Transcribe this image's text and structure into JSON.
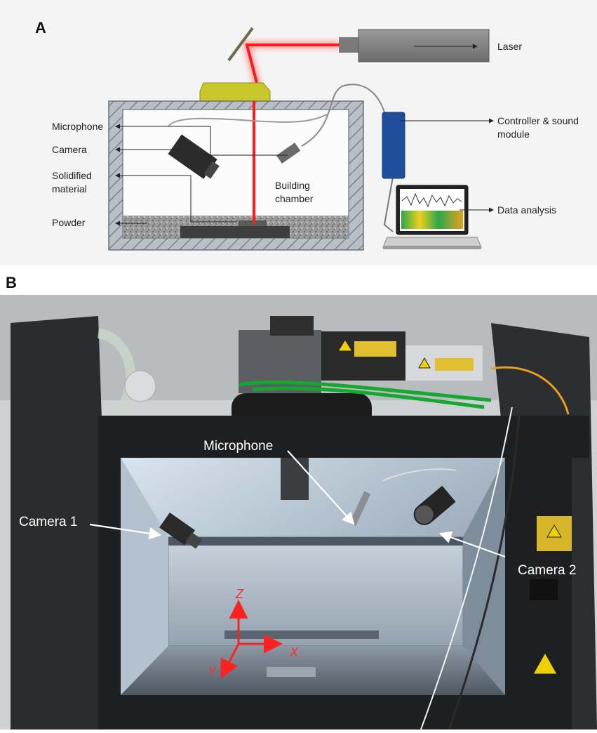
{
  "panel_a": {
    "letter": "A",
    "labels": {
      "laser": "Laser",
      "controller_line1": "Controller & sound",
      "controller_line2": "module",
      "microphone": "Microphone",
      "camera": "Camera",
      "solidified_line1": "Solidified",
      "solidified_line2": "material",
      "powder": "Powder",
      "building_line1": "Building",
      "building_line2": "chamber",
      "data_analysis": "Data analysis"
    }
  },
  "panel_b": {
    "letter": "B",
    "labels": {
      "microphone": "Microphone",
      "camera1": "Camera 1",
      "camera2": "Camera 2"
    },
    "axes": {
      "z": "Z",
      "x": "X",
      "y": "Y"
    }
  },
  "colors": {
    "laser_beam": "#ff1a1a",
    "controller": "#1f4e9c",
    "chamber_wall": "#a9aeb8",
    "axis_arrows": "#ff2020",
    "lens": "#c9c82a"
  }
}
